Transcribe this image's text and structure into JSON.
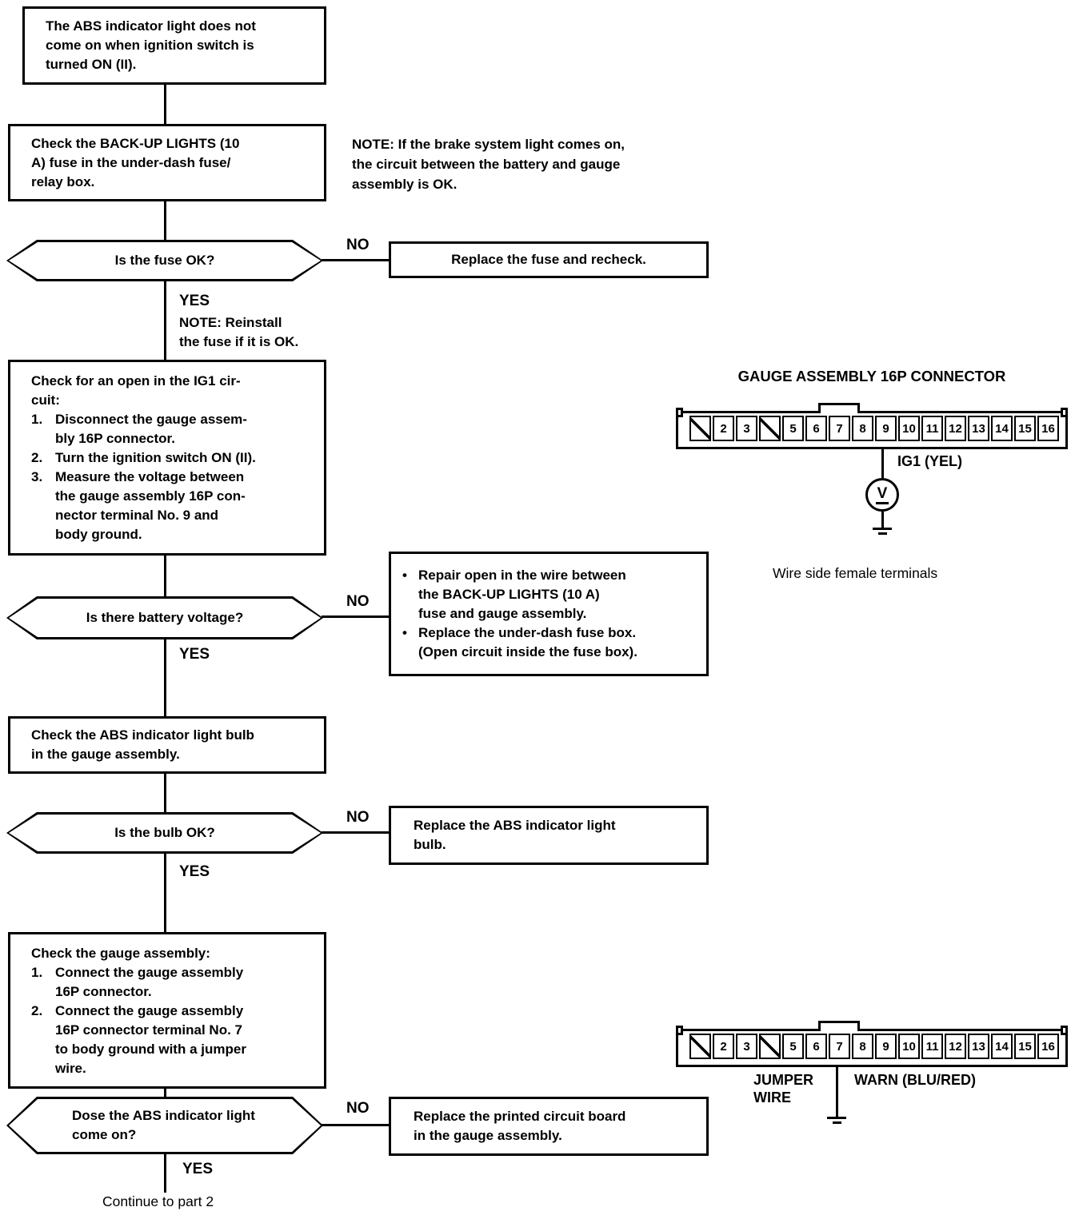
{
  "ui": {
    "bullet": "•"
  },
  "labels": {
    "yes": "YES",
    "no": "NO"
  },
  "nodes": {
    "start": "The ABS indicator light does not\ncome on when ignition switch is\nturned ON (II).",
    "check_fuse": "Check the BACK-UP LIGHTS (10\nA) fuse in the under-dash fuse/\nrelay box.",
    "note_brake": "NOTE: If the brake system light comes on,\nthe circuit between the battery and gauge\nassembly is OK.",
    "q_fuse": "Is the fuse OK?",
    "replace_fuse": "Replace the fuse and recheck.",
    "note_reinstall": "NOTE: Reinstall\nthe fuse if it is OK.",
    "check_ig1": {
      "heading": "Check for an open in the IG1 cir-\ncuit:",
      "items": [
        {
          "num": "1.",
          "text": "Disconnect the gauge assem-\nbly 16P connector."
        },
        {
          "num": "2.",
          "text": "Turn the ignition switch ON (II)."
        },
        {
          "num": "3.",
          "text": "Measure the voltage between\nthe gauge assembly 16P con-\nnector terminal No. 9 and\nbody ground."
        }
      ]
    },
    "q_voltage": "Is there battery voltage?",
    "repair_actions": [
      "Repair open in the wire between\nthe BACK-UP LIGHTS (10 A)\nfuse and gauge assembly.",
      "Replace the under-dash fuse box.\n(Open circuit inside the fuse box)."
    ],
    "check_bulb": "Check the ABS indicator light bulb\nin the gauge assembly.",
    "q_bulb": "Is the bulb OK?",
    "replace_bulb": "Replace the ABS indicator light\nbulb.",
    "check_gauge": {
      "heading": "Check the gauge assembly:",
      "items": [
        {
          "num": "1.",
          "text": "Connect the gauge assembly\n16P connector."
        },
        {
          "num": "2.",
          "text": "Connect the gauge assembly\n16P connector terminal No. 7\nto body ground with a jumper\nwire."
        }
      ]
    },
    "q_light": "Dose the ABS indicator light\ncome on?",
    "replace_pcb": "Replace the printed circuit board\nin the gauge assembly.",
    "continue": "Continue to part 2"
  },
  "connector_top": {
    "title": "GAUGE ASSEMBLY 16P CONNECTOR",
    "cells": [
      "",
      "2",
      "3",
      "",
      "5",
      "6",
      "7",
      "8",
      "9",
      "10",
      "11",
      "12",
      "13",
      "14",
      "15",
      "16"
    ],
    "wire_label": "IG1 (YEL)",
    "meter_label": "V",
    "caption": "Wire side female terminals"
  },
  "connector_bottom": {
    "cells": [
      "",
      "2",
      "3",
      "",
      "5",
      "6",
      "7",
      "8",
      "9",
      "10",
      "11",
      "12",
      "13",
      "14",
      "15",
      "16"
    ],
    "jumper_label": "JUMPER\nWIRE",
    "warn_label": "WARN (BLU/RED)"
  }
}
